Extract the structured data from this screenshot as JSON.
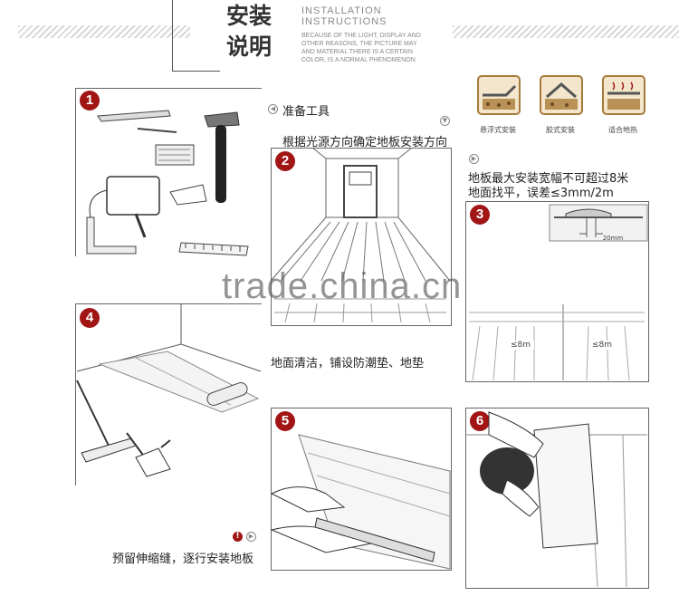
{
  "header": {
    "title_line1": "安装",
    "title_line2": "说明",
    "en_title_line1": "INSTALLATION",
    "en_title_line2": "INSTRUCTIONS",
    "disclaimer": [
      "BECAUSE OF THE LIGHT, DISPLAY AND",
      "OTHER REASONS, THE PICTURE MAY",
      "AND MATERIAL THERE IS A CERTAIN",
      "COLOR, IS A NORMAL PHENOMENON"
    ]
  },
  "install_types": [
    {
      "label": "悬浮式安装"
    },
    {
      "label": "胶式安装"
    },
    {
      "label": "适合地热"
    }
  ],
  "steps": [
    {
      "number": "1",
      "caption": "准备工具"
    },
    {
      "number": "2",
      "caption": "根据光源方向确定地板安装方向"
    },
    {
      "number": "3",
      "caption_line1": "地板最大安装宽幅不可超过8米",
      "caption_line2": "地面找平，误差≤3mm/2m",
      "gap_label": "20mm",
      "span_left": "≤8m",
      "span_right": "≤8m"
    },
    {
      "number": "4",
      "caption": "地面清洁，铺设防潮垫、地垫"
    },
    {
      "number": "5",
      "caption": "预留伸缩缝，逐行安装地板"
    },
    {
      "number": "6"
    }
  ],
  "watermark": "trade.china.cn",
  "colors": {
    "badge": "#a11515",
    "gold": "#a67a3a"
  }
}
